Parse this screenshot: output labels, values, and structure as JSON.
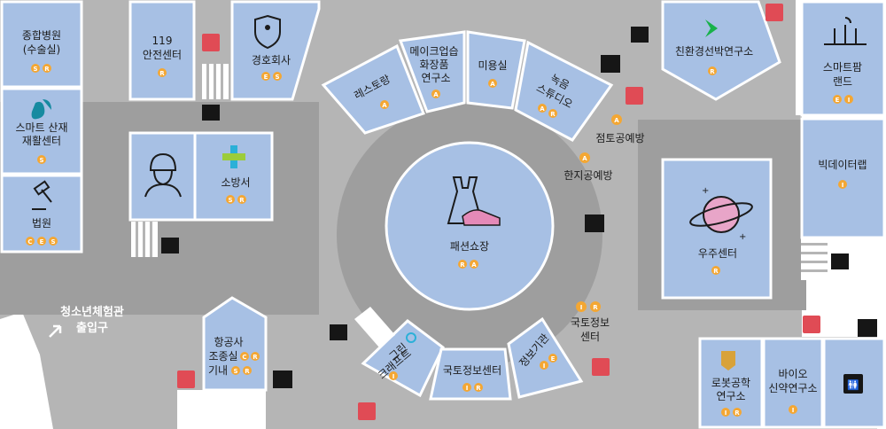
{
  "rooms": {
    "hospital": {
      "line1": "종합병원",
      "line2": "(수술실)",
      "b1": "S",
      "b2": "R"
    },
    "rehab": {
      "line1": "스마트 산재",
      "line2": "재활센터",
      "b1": "S"
    },
    "court": {
      "line1": "법원",
      "b1": "C",
      "b2": "E",
      "b3": "S"
    },
    "safety": {
      "line1": "119",
      "line2": "안전센터",
      "b1": "R"
    },
    "security": {
      "line1": "경호회사",
      "b1": "E",
      "b2": "S"
    },
    "fire": {
      "line1": "소방서",
      "b1": "S",
      "b2": "R"
    },
    "restaurant": {
      "line1": "레스토랑",
      "b1": "A"
    },
    "makeup": {
      "line1": "메이크업습",
      "line2": "화장품",
      "line3": "연구소",
      "b1": "A"
    },
    "beauty": {
      "line1": "미용실",
      "b1": "A"
    },
    "studio": {
      "line1": "녹음",
      "line2": "스튜디오",
      "b1": "A",
      "b2": "R"
    },
    "fashion": {
      "line1": "패션쇼장",
      "b1": "R",
      "b2": "A"
    },
    "craft": {
      "line1": "그린",
      "line2": "크래프트",
      "b1": "I"
    },
    "landinfo": {
      "line1": "국토정보센터",
      "b1": "I",
      "b2": "R"
    },
    "agency": {
      "line1": "정보기관",
      "b1": "I",
      "b2": "E"
    },
    "aviation": {
      "line1": "항공사",
      "line2": "조종실",
      "line3": "기내",
      "b1": "C",
      "b2": "R",
      "b3": "S",
      "b4": "R"
    },
    "ecoship": {
      "line1": "친환경선박연구소",
      "b1": "R"
    },
    "smartfarm": {
      "line1": "스마트팜",
      "line2": "랜드",
      "b1": "E",
      "b2": "I"
    },
    "bigdata": {
      "line1": "빅데이터랩",
      "b1": "I"
    },
    "space": {
      "line1": "우주센터",
      "b1": "R"
    },
    "robotics": {
      "line1": "로봇공학",
      "line2": "연구소",
      "b1": "I",
      "b2": "R"
    },
    "bio": {
      "line1": "바이오",
      "line2": "신약연구소",
      "b1": "I"
    }
  },
  "labels": {
    "tomato": {
      "text": "점토공예방",
      "b1": "A"
    },
    "hanji": {
      "text": "한지공예방",
      "b1": "A"
    },
    "landinfo2": {
      "line1": "국토정보",
      "line2": "센터",
      "b1": "I",
      "b2": "R"
    },
    "entrance": {
      "line1": "청소년체험관",
      "line2": "출입구"
    }
  },
  "colors": {
    "room": "#a7c0e4",
    "floor": "#b5b5b5",
    "corridor": "#9e9e9e",
    "badge": "#f4a733",
    "extinguisher": "#e04b55"
  }
}
